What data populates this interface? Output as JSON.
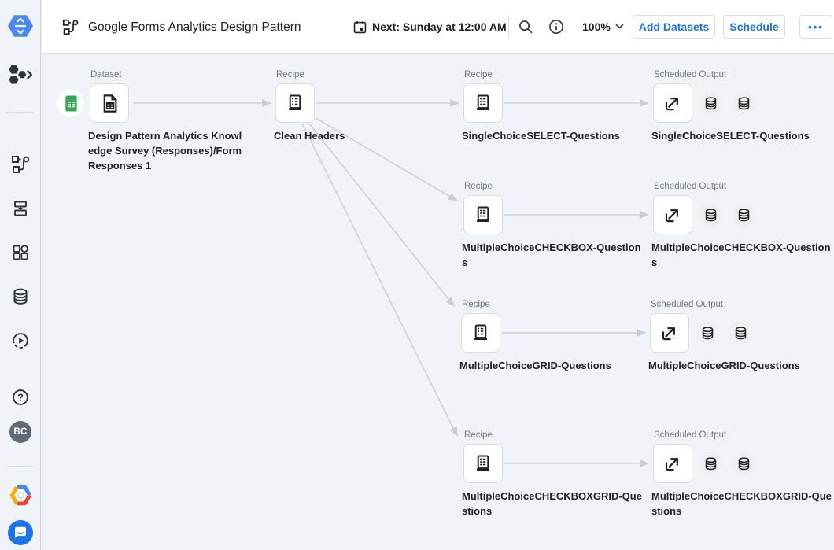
{
  "header": {
    "title": "Google Forms Analytics Design Pattern",
    "next_run": "Next: Sunday at 12:00 AM",
    "zoom_level": "100%",
    "add_datasets_label": "Add Datasets",
    "schedule_label": "Schedule",
    "more_label": "•••",
    "icons": [
      "flow-icon",
      "calendar-icon",
      "search-icon",
      "info-icon",
      "chevron-down-icon",
      "more-ellipsis"
    ]
  },
  "sidebar": {
    "avatar_initials": "BC",
    "icons": [
      "dataprep-logo-icon",
      "hexagon-cluster-expand-icon",
      "flow-icon",
      "plan-icon",
      "library-grid-icon",
      "database-icon",
      "jobs-run-icon",
      "help-icon",
      "google-cloud-icon",
      "chat-support-icon"
    ]
  },
  "flow": {
    "nodes": [
      {
        "id": "ds1",
        "kind": "dataset",
        "type_label": "Dataset",
        "source_icon": "google-sheets-icon",
        "name": "Design Pattern Analytics Knowledge Survey (Responses)/Form Responses 1"
      },
      {
        "id": "rc0",
        "kind": "recipe",
        "type_label": "Recipe",
        "name": "Clean Headers"
      },
      {
        "id": "rc1",
        "kind": "recipe",
        "type_label": "Recipe",
        "name": "SingleChoiceSELECT-Questions"
      },
      {
        "id": "out1",
        "kind": "scheduled-output",
        "type_label": "Scheduled Output",
        "name": "SingleChoiceSELECT-Questions",
        "publish_target_count": 2
      },
      {
        "id": "rc2",
        "kind": "recipe",
        "type_label": "Recipe",
        "name": "MultipleChoiceCHECKBOX-Questions"
      },
      {
        "id": "out2",
        "kind": "scheduled-output",
        "type_label": "Scheduled Output",
        "name": "MultipleChoiceCHECKBOX-Questions",
        "publish_target_count": 2
      },
      {
        "id": "rc3",
        "kind": "recipe",
        "type_label": "Recipe",
        "name": "MultipleChoiceGRID-Questions"
      },
      {
        "id": "out3",
        "kind": "scheduled-output",
        "type_label": "Scheduled Output",
        "name": "MultipleChoiceGRID-Questions",
        "publish_target_count": 2
      },
      {
        "id": "rc4",
        "kind": "recipe",
        "type_label": "Recipe",
        "name": "MultipleChoiceCHECKBOXGRID-Questions"
      },
      {
        "id": "out4",
        "kind": "scheduled-output",
        "type_label": "Scheduled Output",
        "name": "MultipleChoiceCHECKBOXGRID-Questions",
        "publish_target_count": 2
      }
    ],
    "edges": [
      {
        "from": "ds1",
        "to": "rc0"
      },
      {
        "from": "rc0",
        "to": "rc1"
      },
      {
        "from": "rc0",
        "to": "rc2"
      },
      {
        "from": "rc0",
        "to": "rc3"
      },
      {
        "from": "rc0",
        "to": "rc4"
      },
      {
        "from": "rc1",
        "to": "out1"
      },
      {
        "from": "rc2",
        "to": "out2"
      },
      {
        "from": "rc3",
        "to": "out3"
      },
      {
        "from": "rc4",
        "to": "out4"
      }
    ]
  },
  "colors": {
    "canvas_bg": "#f0f4f8",
    "topbar_bg": "#ffffff",
    "accent_blue": "#1a73e8",
    "node_border": "#d7dce2",
    "connector": "#cbd2da",
    "text_primary": "#202124",
    "text_secondary": "#70777f",
    "logo_blue": "#4b87f2",
    "sheets_green": "#34a853",
    "avatar_bg": "#5f6a74",
    "gcp_red": "#ea4335",
    "gcp_yellow": "#f9ab00",
    "gcp_blue": "#4285f4"
  }
}
